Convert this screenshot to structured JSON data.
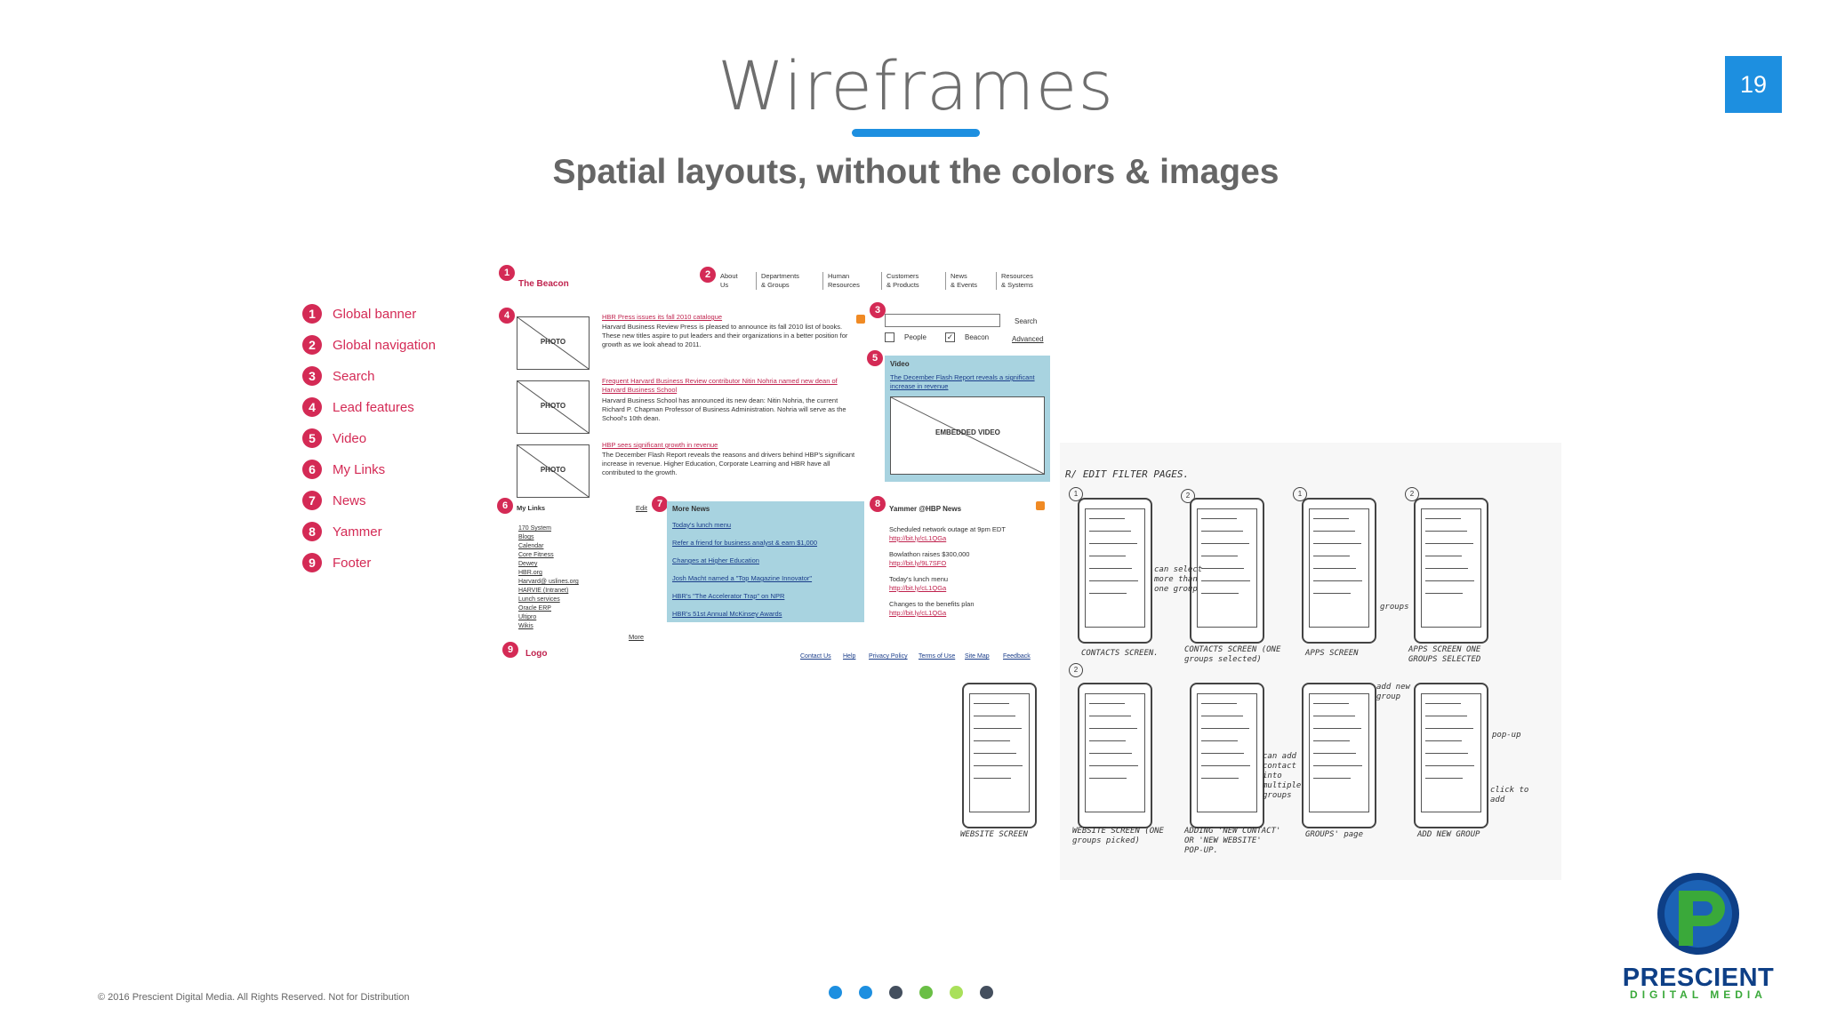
{
  "slide": {
    "title": "Wireframes",
    "subtitle": "Spatial layouts, without the colors & images",
    "number": "19",
    "accent": "#1d8fe0"
  },
  "legend": [
    {
      "num": "1",
      "label": "Global banner"
    },
    {
      "num": "2",
      "label": "Global navigation"
    },
    {
      "num": "3",
      "label": "Search"
    },
    {
      "num": "4",
      "label": "Lead features"
    },
    {
      "num": "5",
      "label": "Video"
    },
    {
      "num": "6",
      "label": "My Links"
    },
    {
      "num": "7",
      "label": "News"
    },
    {
      "num": "8",
      "label": "Yammer"
    },
    {
      "num": "9",
      "label": "Footer"
    }
  ],
  "beacon": {
    "site_name": "The Beacon",
    "nav": [
      {
        "line1": "About",
        "line2": "Us"
      },
      {
        "line1": "Departments",
        "line2": "& Groups"
      },
      {
        "line1": "Human",
        "line2": "Resources"
      },
      {
        "line1": "Customers",
        "line2": "& Products"
      },
      {
        "line1": "News",
        "line2": "& Events"
      },
      {
        "line1": "Resources",
        "line2": "& Systems"
      }
    ],
    "search": {
      "button": "Search",
      "opt1": "People",
      "opt2": "Beacon",
      "advanced": "Advanced"
    },
    "photo_label": "PHOTO",
    "features": [
      {
        "headline": "HBR Press issues its fall 2010 catalogue",
        "body": "Harvard Business Review Press is pleased to announce its fall 2010 list of books. These new titles aspire to put leaders and their organizations in a better position for growth as we look ahead to 2011."
      },
      {
        "headline": "Frequent Harvard Business Review contributor Nitin Nohria named new dean of Harvard Business School",
        "body": "Harvard Business School has announced its new dean: Nitin Nohria, the current Richard P. Chapman Professor of Business Administration. Nohria will serve as the School's 10th dean."
      },
      {
        "headline": "HBP sees significant growth in revenue",
        "body": "The December Flash Report reveals the reasons and drivers behind HBP's significant increase in revenue. Higher Education, Corporate Learning and HBR have all contributed to the growth."
      }
    ],
    "video": {
      "heading": "Video",
      "link": "The December Flash Report reveals a significant increase in revenue",
      "embed": "EMBEDDED VIDEO"
    },
    "my_links": {
      "heading": "My Links",
      "edit": "Edit",
      "more": "More",
      "items": [
        "170 System",
        "Blogs",
        "Calendar",
        "Core Fitness",
        "Dewey",
        "HBR.org",
        "Harvard@ uslines.org",
        "HARVIE (Intranet)",
        "Lunch services",
        "Oracle ERP",
        "Ultipro",
        "Wikis"
      ]
    },
    "news": {
      "heading": "More News",
      "items": [
        "Today's lunch menu",
        "Refer a friend for business analyst & earn $1,000",
        "Changes at Higher Education",
        "Josh Macht named a \"Top Magazine Innovator\"",
        "HBR's \"The Accelerator Trap\" on NPR",
        "HBR's 51st Annual McKinsey Awards"
      ]
    },
    "yammer": {
      "heading": "Yammer @HBP News",
      "posts": [
        {
          "text": "Scheduled network outage at 9pm EDT",
          "link": "http://bit.ly/cL1QGa"
        },
        {
          "text": "Bowlathon raises $300,000",
          "link": "http://bit.ly/9L7SFO"
        },
        {
          "text": "Today's lunch menu",
          "link": "http://bit.ly/cL1QGa"
        },
        {
          "text": "Changes to the benefits plan",
          "link": "http://bit.ly/cL1QGa"
        }
      ]
    },
    "footer": {
      "logo": "Logo",
      "links": [
        "Contact Us",
        "Help",
        "Privacy Policy",
        "Terms of Use",
        "Site Map",
        "Feedback"
      ]
    }
  },
  "sketch": {
    "heading": "R/ EDIT FILTER PAGES.",
    "captions": [
      "CONTACTS SCREEN.",
      "CONTACTS SCREEN (ONE groups selected)",
      "APPS SCREEN",
      "APPS SCREEN ONE GROUPS SELECTED",
      "WEBSITE SCREEN",
      "WEBSITE SCREEN (ONE groups picked)",
      "ADDING 'NEW CONTACT' OR 'NEW WEBSITE' POP-UP.",
      "GROUPS' page",
      "ADD NEW GROUP"
    ],
    "notes": [
      "can select more than one group",
      "groups",
      "can add contact into multiple groups",
      "add new group",
      "pop-up",
      "click to add"
    ]
  },
  "footer": {
    "copyright": "© 2016 Prescient Digital Media.  All Rights Reserved.   Not for Distribution",
    "dots": [
      "#1d8fe0",
      "#1d8fe0",
      "#444f5e",
      "#6abf45",
      "#a9e05a",
      "#444f5e"
    ]
  },
  "logo": {
    "name": "PRESCIENT",
    "tagline": "DIGITAL MEDIA",
    "colors": [
      "#0e3f86",
      "#3aa93a"
    ]
  }
}
